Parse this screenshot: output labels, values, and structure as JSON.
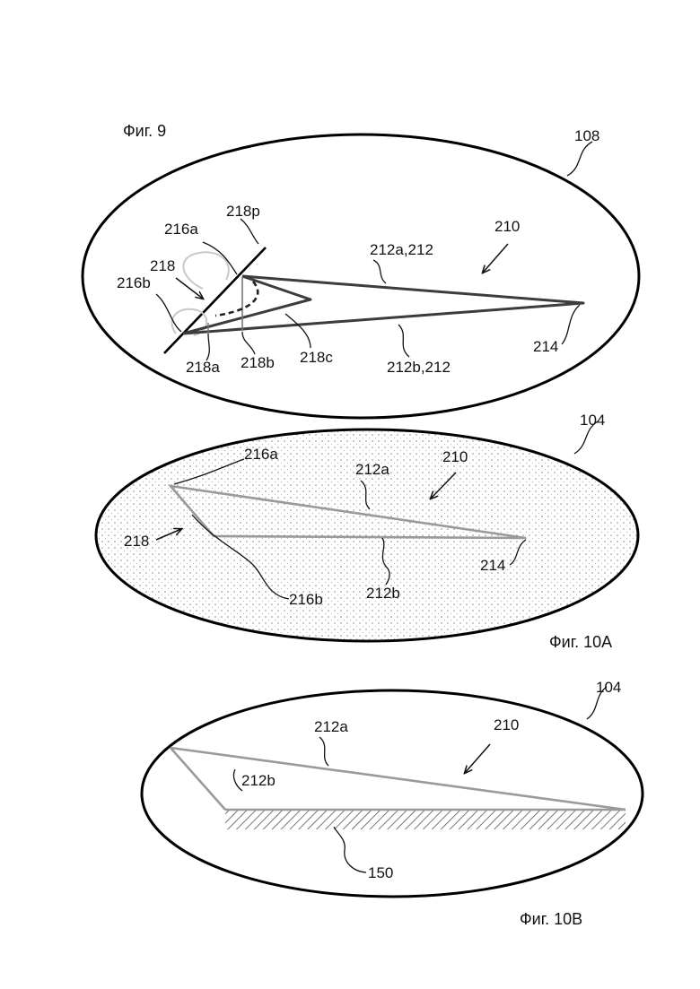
{
  "fig9": {
    "title": "Фиг. 9",
    "labels": {
      "ref_108": "108",
      "ref_218p": "218p",
      "ref_216a": "216a",
      "ref_218": "218",
      "ref_216b": "216b",
      "ref_210": "210",
      "ref_212a_212": "212a,212",
      "ref_218a": "218a",
      "ref_218b": "218b",
      "ref_218c": "218c",
      "ref_212b_212": "212b,212",
      "ref_214": "214"
    }
  },
  "fig10a": {
    "title": "Фиг. 10А",
    "labels": {
      "ref_104": "104",
      "ref_216a": "216a",
      "ref_212a": "212a",
      "ref_210": "210",
      "ref_218": "218",
      "ref_214": "214",
      "ref_216b": "216b",
      "ref_212b": "212b"
    }
  },
  "fig10b": {
    "title": "Фиг. 10В",
    "labels": {
      "ref_104": "104",
      "ref_212a": "212a",
      "ref_210": "210",
      "ref_212b": "212b",
      "ref_150": "150"
    }
  }
}
